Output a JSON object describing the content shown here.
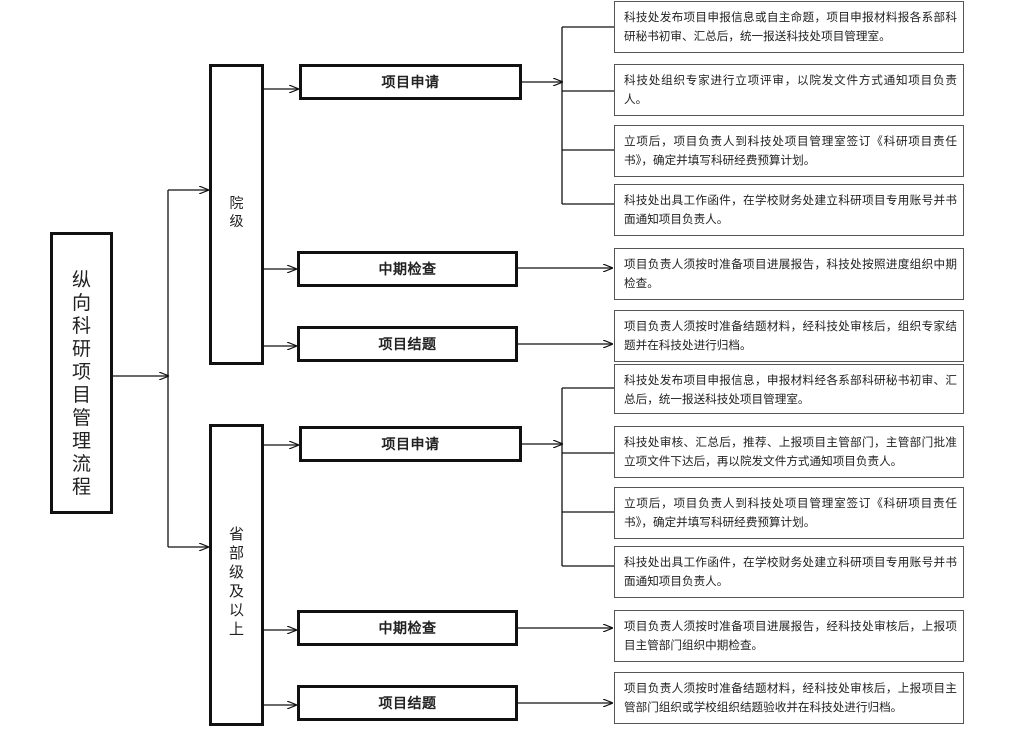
{
  "root": {
    "title": "纵向科研项目管理流程"
  },
  "levels": [
    {
      "label": "院级",
      "steps": [
        {
          "label": "项目申请",
          "descriptions": [
            "科技处发布项目申报信息或自主命题，项目申报材料报各系部科研秘书初审、汇总后，统一报送科技处项目管理室。",
            "科技处组织专家进行立项评审，以院发文件方式通知项目负责人。",
            "立项后，项目负责人到科技处项目管理室签订《科研项目责任书》，确定并填写科研经费预算计划。",
            "科技处出具工作函件，在学校财务处建立科研项目专用账号并书面通知项目负责人。"
          ]
        },
        {
          "label": "中期检查",
          "descriptions": [
            "项目负责人须按时准备项目进展报告，科技处按照进度组织中期检查。"
          ]
        },
        {
          "label": "项目结题",
          "descriptions": [
            "项目负责人须按时准备结题材料，经科技处审核后，组织专家结题并在科技处进行归档。"
          ]
        }
      ]
    },
    {
      "label": "省部级及以上",
      "steps": [
        {
          "label": "项目申请",
          "descriptions": [
            "科技处发布项目申报信息，申报材料经各系部科研秘书初审、汇总后，统一报送科技处项目管理室。",
            "科技处审核、汇总后，推荐、上报项目主管部门，主管部门批准立项文件下达后，再以院发文件方式通知项目负责人。",
            "立项后，项目负责人到科技处项目管理室签订《科研项目责任书》，确定并填写科研经费预算计划。",
            "科技处出具工作函件，在学校财务处建立科研项目专用账号并书面通知项目负责人。"
          ]
        },
        {
          "label": "中期检查",
          "descriptions": [
            "项目负责人须按时准备项目进展报告，经科技处审核后，上报项目主管部门组织中期检查。"
          ]
        },
        {
          "label": "项目结题",
          "descriptions": [
            "项目负责人须按时准备结题材料，经科技处审核后，上报项目主管部门组织或学校组织结题验收并在科技处进行归档。"
          ]
        }
      ]
    }
  ],
  "colors": {
    "line": "#111111",
    "thin_border": "#555555",
    "text": "#222222"
  }
}
